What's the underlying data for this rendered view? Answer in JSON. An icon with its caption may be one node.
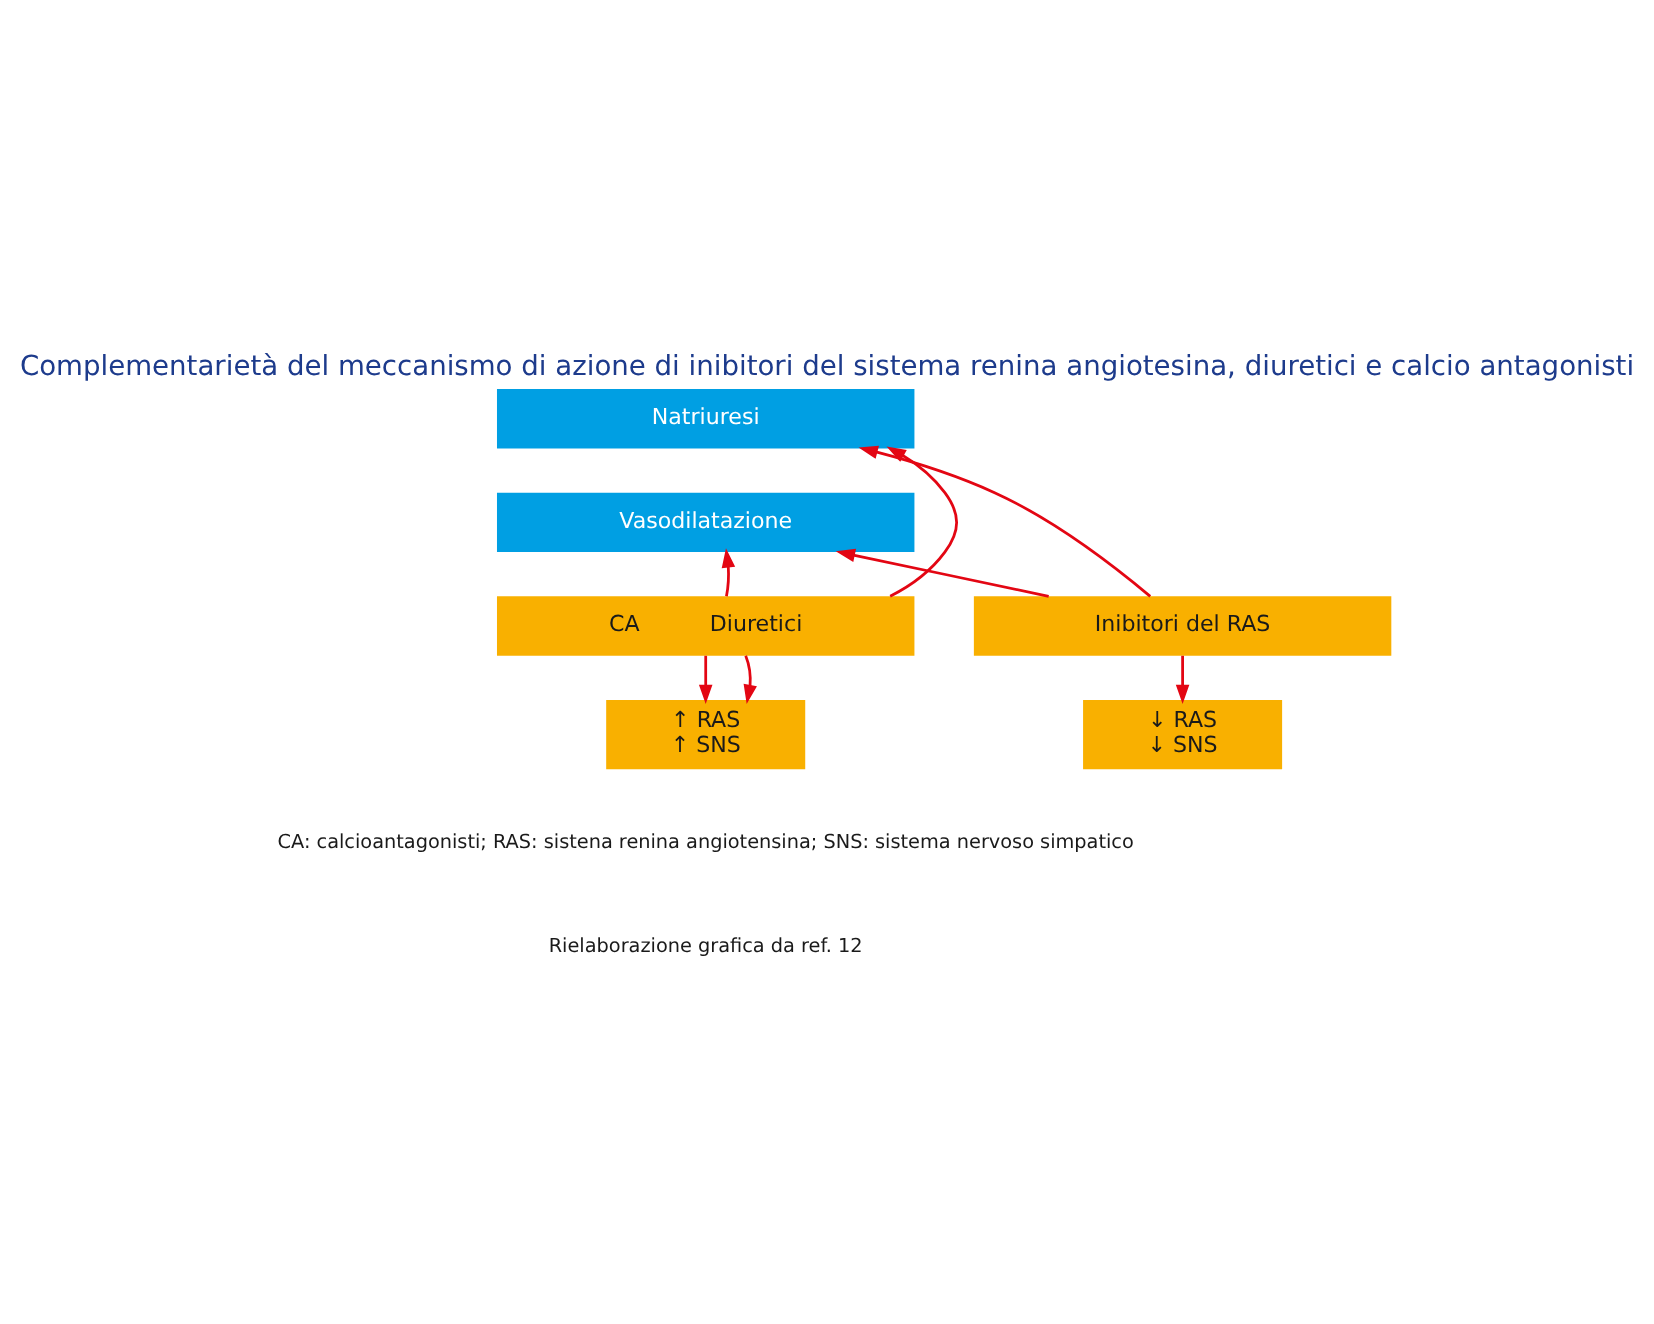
{
  "diagram": {
    "title": "Complementarietà del meccanismo di azione di inibitori del sistema renina angiotesina, diuretici e calcio antagonisti",
    "nodes": [
      {
        "text": [
          "Natriuresi"
        ]
      },
      {
        "text": [
          "Vasodilatazione"
        ]
      },
      {
        "text": [
          "CA",
          "Diuretici"
        ]
      },
      {
        "text": [
          "↑ RAS",
          "↑ SNS"
        ]
      },
      {
        "text": [
          "Inibitori del RAS"
        ]
      },
      {
        "text": [
          "↓ RAS",
          "↓ SNS"
        ]
      }
    ],
    "edges": [
      {
        "from": 2,
        "to": 0,
        "arrow": "to"
      },
      {
        "from": 2,
        "to": 1,
        "arrow": "to"
      },
      {
        "from": 2,
        "to": 3,
        "arrow": "to"
      },
      {
        "from": 2,
        "to": 3,
        "arrow": "to"
      },
      {
        "from": 4,
        "to": 0,
        "arrow": "to"
      },
      {
        "from": 4,
        "to": 1,
        "arrow": "to"
      },
      {
        "from": 4,
        "to": 5,
        "arrow": "to"
      }
    ],
    "labels": [
      "CA: calcioantagonisti; RAS: sistena renina angiotensina; SNS: sistema nervoso simpatico",
      "Rielaborazione grafica da ref. 12"
    ]
  }
}
